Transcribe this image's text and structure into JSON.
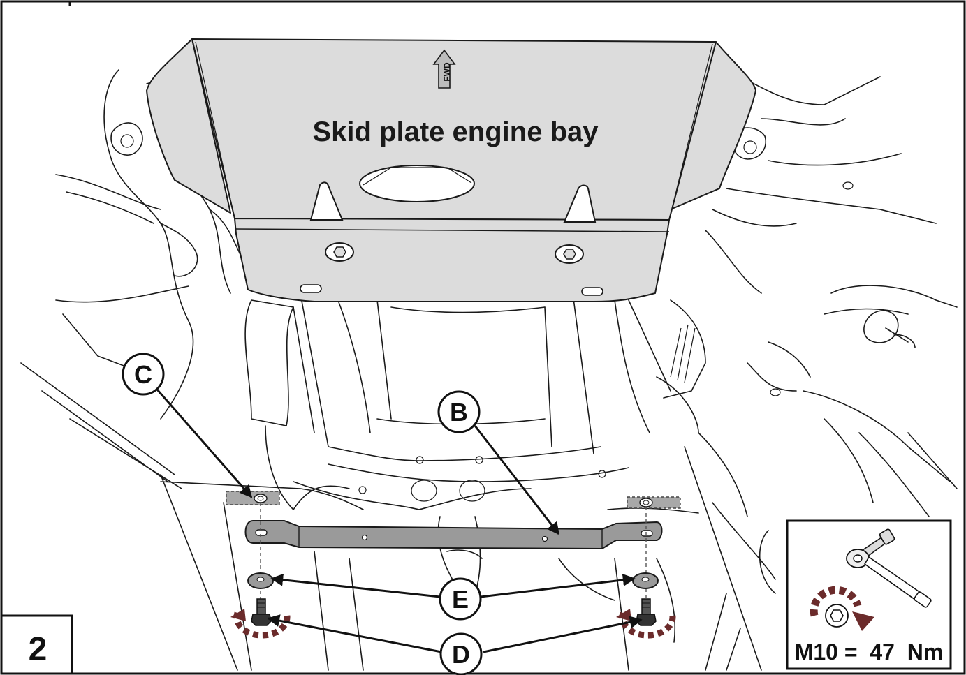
{
  "step_number": "2",
  "plate_label": "Skid plate engine bay",
  "fwd_label": "FWD",
  "callouts": {
    "b": "B",
    "c": "C",
    "d": "D",
    "e": "E"
  },
  "torque": {
    "spec": "M10 =  47  Nm"
  },
  "colors": {
    "plate_fill": "#dcdcdc",
    "bar_fill": "#9a9a9a",
    "rotation_arrow": "#6b2b2b",
    "outline": "#1a1a1a"
  }
}
